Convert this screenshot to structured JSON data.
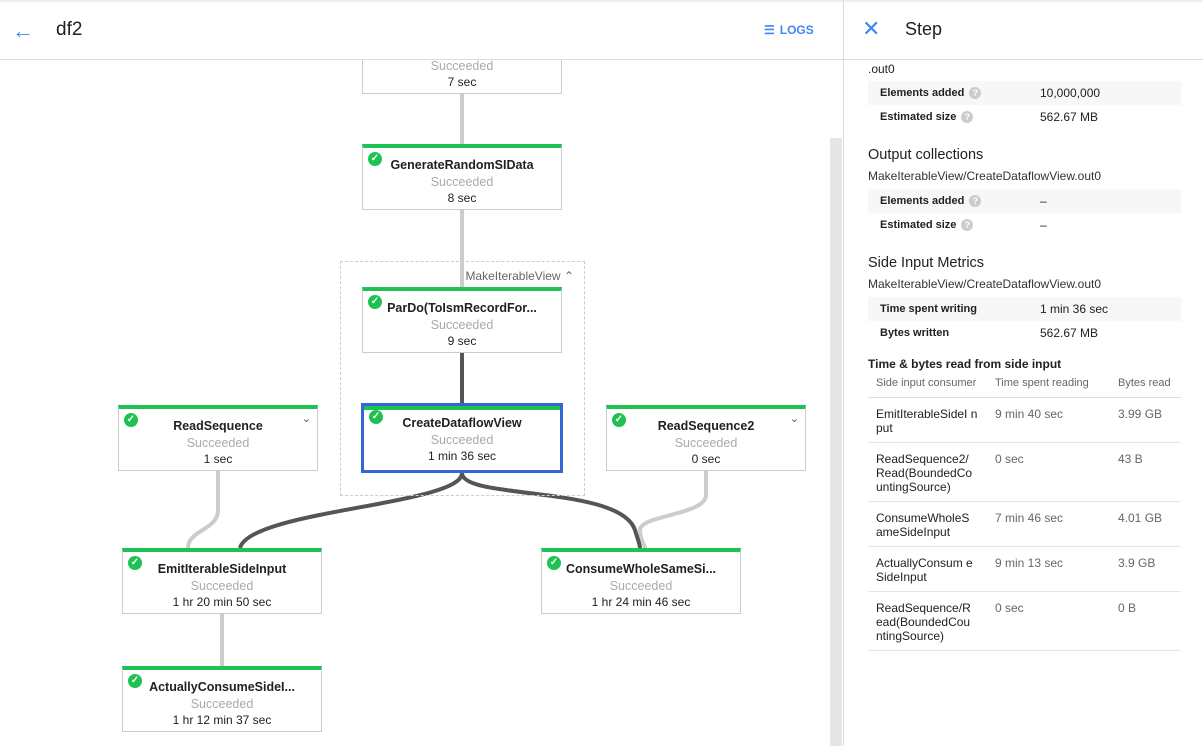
{
  "header": {
    "title": "df2",
    "logs_label": "LOGS"
  },
  "graph": {
    "group_label": "MakeIterableView",
    "nodes": {
      "top": {
        "status": "Succeeded",
        "time": "7 sec"
      },
      "gen": {
        "name": "GenerateRandomSIData",
        "status": "Succeeded",
        "time": "8 sec"
      },
      "pardo": {
        "name": "ParDo(ToIsmRecordFor...",
        "status": "Succeeded",
        "time": "9 sec"
      },
      "cdv": {
        "name": "CreateDataflowView",
        "status": "Succeeded",
        "time": "1 min 36 sec"
      },
      "rs": {
        "name": "ReadSequence",
        "status": "Succeeded",
        "time": "1 sec"
      },
      "rs2": {
        "name": "ReadSequence2",
        "status": "Succeeded",
        "time": "0 sec"
      },
      "emit": {
        "name": "EmitIterableSideInput",
        "status": "Succeeded",
        "time": "1 hr 20 min 50 sec"
      },
      "cws": {
        "name": "ConsumeWholeSameSi...",
        "status": "Succeeded",
        "time": "1 hr 24 min 46 sec"
      },
      "acs": {
        "name": "ActuallyConsumeSideI...",
        "status": "Succeeded",
        "time": "1 hr 12 min 37 sec"
      }
    }
  },
  "panel": {
    "title": "Step",
    "cut_label": ".out0",
    "input_metrics": [
      {
        "k": "Elements added",
        "v": "10,000,000"
      },
      {
        "k": "Estimated size",
        "v": "562.67 MB"
      }
    ],
    "output_title": "Output collections",
    "output_name": "MakeIterableView/CreateDataflowView.out0",
    "output_metrics": [
      {
        "k": "Elements added",
        "v": "–"
      },
      {
        "k": "Estimated size",
        "v": "–"
      }
    ],
    "side_title": "Side Input Metrics",
    "side_name": "MakeIterableView/CreateDataflowView.out0",
    "side_metrics": [
      {
        "k": "Time spent writing",
        "v": "1 min 36 sec"
      },
      {
        "k": "Bytes written",
        "v": "562.67 MB"
      }
    ],
    "read_title": "Time & bytes read from side input",
    "cols": [
      "Side input consumer",
      "Time spent reading",
      "Bytes read"
    ],
    "rows": [
      [
        "EmitIterableSideI nput",
        "9 min 40 sec",
        "3.99 GB"
      ],
      [
        "ReadSequence2/ Read(BoundedCo untingSource)",
        "0 sec",
        "43 B"
      ],
      [
        "ConsumeWholeS ameSideInput",
        "7 min 46 sec",
        "4.01 GB"
      ],
      [
        "ActuallyConsum eSideInput",
        "9 min 13 sec",
        "3.9 GB"
      ],
      [
        "ReadSequence/R ead(BoundedCou ntingSource)",
        "0 sec",
        "0 B"
      ]
    ]
  }
}
